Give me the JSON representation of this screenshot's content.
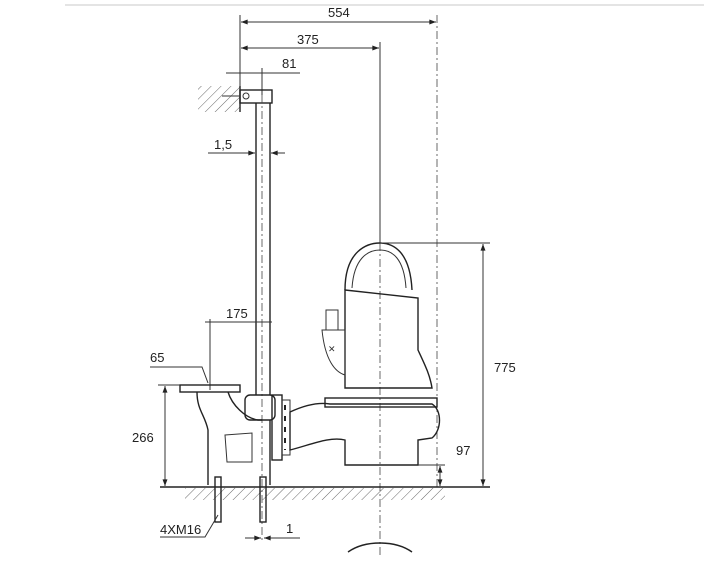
{
  "drawing": {
    "dimensions": {
      "overall_width": "554",
      "centerline_offset": "375",
      "bracket_offset": "81",
      "rail_gap": "1,5",
      "base_offset": "175",
      "outlet_size": "65",
      "base_height": "266",
      "pump_height": "775",
      "foot_height": "97",
      "anchor_bolts": "4XM16",
      "bolt_offset": "1"
    },
    "colors": {
      "line": "#333333",
      "background": "#ffffff"
    }
  }
}
